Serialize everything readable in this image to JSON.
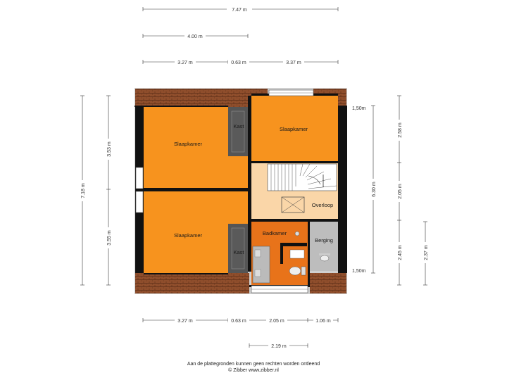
{
  "dimensions": {
    "top_total": "7.47 m",
    "top_left": "4.00 m",
    "top_seg_1": "3.27 m",
    "top_seg_2": "0.63 m",
    "top_seg_3": "3.37 m",
    "bottom_seg_1": "3.27 m",
    "bottom_seg_2": "0.63 m",
    "bottom_seg_3": "2.05 m",
    "bottom_seg_4": "1.06 m",
    "bottom_sub": "2.19 m",
    "left_total": "7.18 m",
    "left_top": "3.53 m",
    "left_bottom": "3.55 m",
    "right_total": "6.30 m",
    "right_seg_1": "2.58 m",
    "right_seg_2": "2.05 m",
    "right_seg_3": "2.45 m",
    "right_far": "2.37 m",
    "roof_top_label": "1,50m",
    "roof_bottom_label": "1,50m"
  },
  "rooms": {
    "bedroom_1": "Slaapkamer",
    "bedroom_2": "Slaapkamer",
    "bedroom_3": "Slaapkamer",
    "closet_top": "Kast",
    "closet_bottom": "Kast",
    "landing": "Overloop",
    "bathroom": "Badkamer",
    "storage": "Berging"
  },
  "colors": {
    "bedroom": "#f7931e",
    "bathroom": "#e8731a",
    "landing": "#fad6a8",
    "closet": "#5a5a5a",
    "wall": "#111111",
    "roof": "#8a4a2a"
  },
  "footer": {
    "line1": "Aan de plattegronden kunnen geen rechten worden ontleend",
    "line2": "© Zibber www.zibber.nl"
  }
}
